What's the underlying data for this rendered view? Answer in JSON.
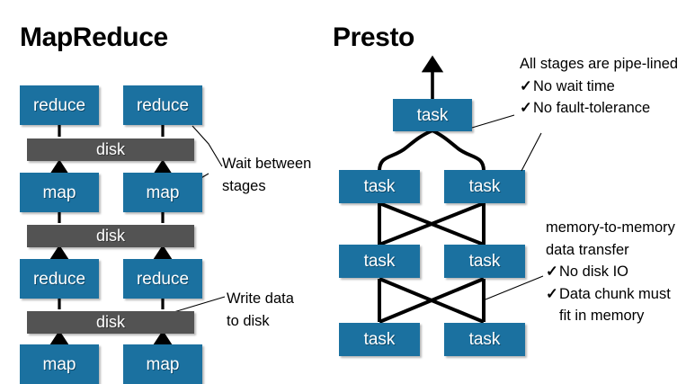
{
  "diagram": {
    "titles": {
      "left": "MapReduce",
      "right": "Presto"
    },
    "colors": {
      "node_blue": "#1b71a0",
      "disk_gray": "#535353",
      "background": "#ffffff",
      "text": "#000000",
      "node_label": "#ffffff"
    },
    "mapreduce": {
      "rows": [
        {
          "kind": "blue",
          "labels": [
            "reduce",
            "reduce"
          ]
        },
        {
          "kind": "gray",
          "labels": [
            "disk"
          ]
        },
        {
          "kind": "blue",
          "labels": [
            "map",
            "map"
          ]
        },
        {
          "kind": "gray",
          "labels": [
            "disk"
          ]
        },
        {
          "kind": "blue",
          "labels": [
            "reduce",
            "reduce"
          ]
        },
        {
          "kind": "gray",
          "labels": [
            "disk"
          ]
        },
        {
          "kind": "blue",
          "labels": [
            "map",
            "map"
          ]
        }
      ],
      "nodes": {
        "reduce_top_left": "reduce",
        "reduce_top_right": "reduce",
        "disk_1": "disk",
        "map_mid_left": "map",
        "map_mid_right": "map",
        "disk_2": "disk",
        "reduce_low_left": "reduce",
        "reduce_low_right": "reduce",
        "disk_3": "disk",
        "map_bot_left": "map",
        "map_bot_right": "map"
      },
      "annotations": [
        {
          "name": "wait-between-stages",
          "lines": [
            "Wait between",
            "stages"
          ]
        },
        {
          "name": "write-data-to-disk",
          "lines": [
            "Write data",
            "to disk"
          ]
        }
      ]
    },
    "presto": {
      "nodes": {
        "task_top": "task",
        "task_r2_left": "task",
        "task_r2_right": "task",
        "task_r3_left": "task",
        "task_r3_right": "task",
        "task_r4_left": "task",
        "task_r4_right": "task"
      },
      "annotations": [
        {
          "name": "pipelined-note",
          "heading": "All stages are pipe-lined",
          "bullets": [
            "No wait time",
            "No fault-tolerance"
          ],
          "bullet_mark": "✓"
        },
        {
          "name": "memory-transfer-note",
          "heading_lines": [
            "memory-to-memory",
            "data transfer"
          ],
          "bullets": [
            "No disk IO",
            "Data chunk must"
          ],
          "bullet_continuation": "fit in memory",
          "bullet_mark": "✓"
        }
      ]
    }
  }
}
